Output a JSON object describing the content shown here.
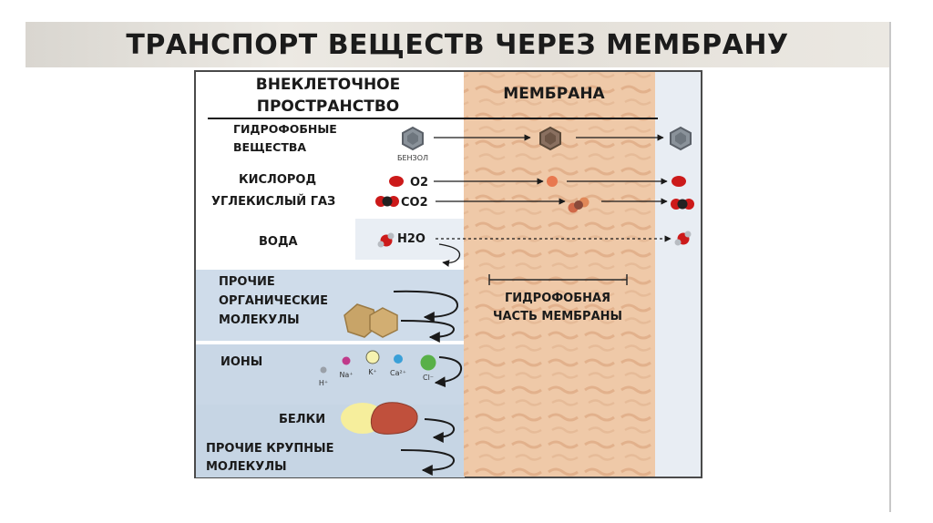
{
  "title": "ТРАНСПОРТ ВЕЩЕСТВ ЧЕРЕЗ МЕМБРАНУ",
  "labels": {
    "extracellular_line1": "ВНЕКЛЕТОЧНОЕ",
    "extracellular_line2": "ПРОСТРАНСТВО",
    "membrane": "МЕМБРАНА",
    "hydrophobic_line1": "ГИДРОФОБНЫЕ",
    "hydrophobic_line2": "ВЕЩЕСТВА",
    "benzene": "БЕНЗОЛ",
    "oxygen": "КИСЛОРОД",
    "o2": "O2",
    "co2_label": "УГЛЕКИСЛЫЙ ГАЗ",
    "co2": "CO2",
    "water": "ВОДА",
    "h2o": "H2O",
    "organic_line1": "ПРОЧИЕ",
    "organic_line2": "ОРГАНИЧЕСКИЕ",
    "organic_line3": "МОЛЕКУЛЫ",
    "ions": "ИОНЫ",
    "ion_h": "H⁺",
    "ion_na": "Na⁺",
    "ion_k": "K⁺",
    "ion_ca": "Ca²⁺",
    "ion_cl": "Cl⁻",
    "proteins": "БЕЛКИ",
    "large_line1": "ПРОЧИЕ КРУПНЫЕ",
    "large_line2": "МОЛЕКУЛЫ",
    "hydrophobic_part_line1": "ГИДРОФОБНАЯ",
    "hydrophobic_part_line2": "ЧАСТЬ МЕМБРАНЫ"
  },
  "colors": {
    "membrane": "#efc9a8",
    "oxygen_red": "#cc1a1a",
    "dark": "#222222",
    "benzene_gray": "#808890",
    "hex_organic": "#c8a468",
    "protein_yellow": "#f6ee9c",
    "protein_red": "#c0503c",
    "ion_h": "#9aa0a8",
    "ion_na": "#c03a8a",
    "ion_k": "#f6f2b0",
    "ion_ca": "#3aa0d8",
    "ion_cl": "#58b048"
  },
  "icons": [
    "benzene-ring-icon",
    "oxygen-molecule-icon",
    "co2-molecule-icon",
    "water-molecule-icon",
    "hexagon-molecule-icon",
    "protein-blob-icon",
    "curved-arrow-icon"
  ]
}
